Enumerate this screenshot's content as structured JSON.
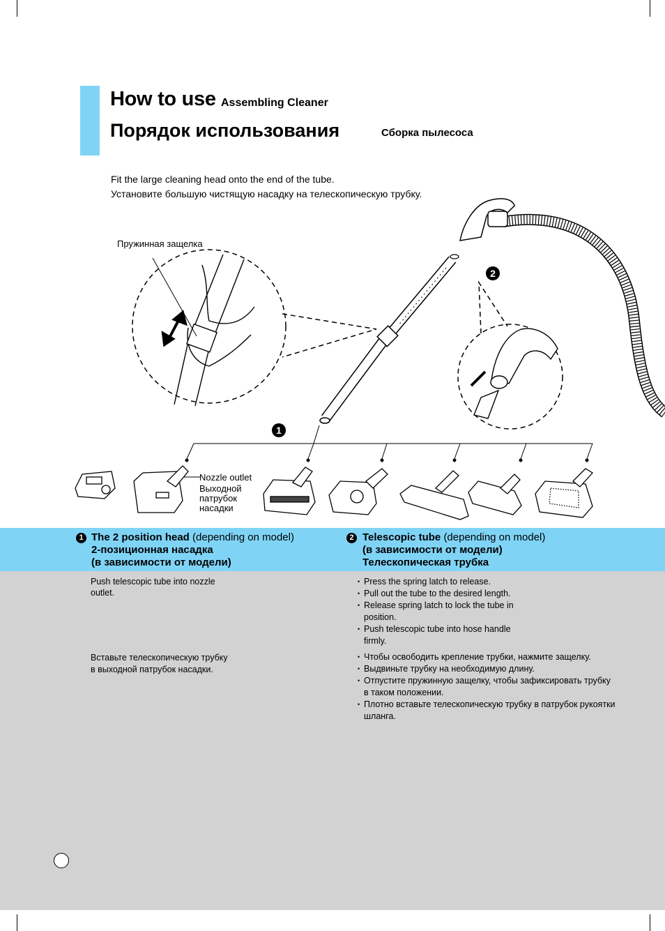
{
  "header": {
    "title_en_main": "How to use",
    "title_en_sub": "Assembling Cleaner",
    "title_ru_main": "Порядок использования",
    "title_ru_sub": "Сборка пылесоса"
  },
  "intro": {
    "en": "Fit the large cleaning head onto the end of the tube.",
    "ru": "Установите большую чистящую насадку на телескопическую трубку."
  },
  "illustration": {
    "spring_latch_label": "Пружинная защелка",
    "callout_1": "1",
    "callout_2": "2",
    "nozzle_outlet_en": "Nozzle outlet",
    "nozzle_outlet_ru": [
      "Выходной",
      "патрубок",
      "насадки"
    ]
  },
  "sections": [
    {
      "number": "1",
      "title_en": "The 2 position head",
      "title_en_note": "(depending on model)",
      "title_ru_lines": [
        "2-позиционная насадка",
        "(в зависимости от модели)"
      ],
      "text_en": [
        "Push telescopic tube into nozzle",
        "outlet."
      ],
      "text_ru": [
        "Вставьте телескопическую трубку",
        "в выходной патрубок насадки."
      ]
    },
    {
      "number": "2",
      "title_en": "Telescopic tube",
      "title_en_note": "(depending on model)",
      "title_ru_lines": [
        "(в зависимости от модели)",
        "Телескопическая трубка"
      ],
      "bullets_en": [
        "Press the spring latch to release.",
        "Pull out the tube to the desired length.",
        "Release spring latch to lock the tube in position.",
        "Push telescopic tube into hose handle firmly."
      ],
      "bullets_ru": [
        "Чтобы освободить крепление трубки, нажмите защелку.",
        "Выдвиньте трубку на необходимую длину.",
        "Отпустите пружинную защелку, чтобы зафиксировать трубку в таком положении.",
        "Плотно вставьте телескопическую трубку в патрубок рукоятки шланга."
      ]
    }
  ],
  "colors": {
    "accent": "#7fd4f6",
    "panel": "#d2d2d2"
  }
}
